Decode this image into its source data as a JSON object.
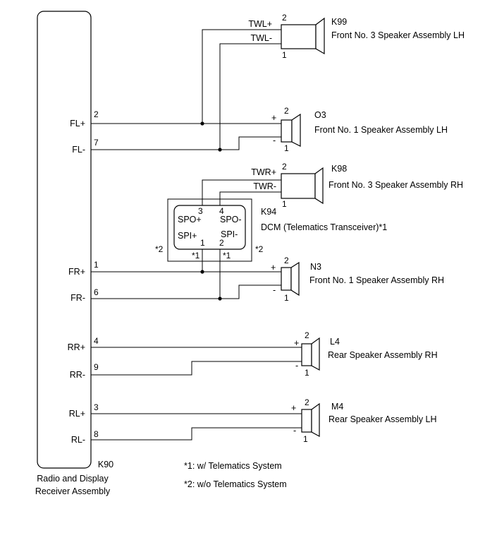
{
  "main_unit": {
    "code": "K90",
    "name_line1": "Radio and Display",
    "name_line2": "Receiver Assembly",
    "terminals": [
      {
        "label": "FL+",
        "pin": "2"
      },
      {
        "label": "FL-",
        "pin": "7"
      },
      {
        "label": "FR+",
        "pin": "1"
      },
      {
        "label": "FR-",
        "pin": "6"
      },
      {
        "label": "RR+",
        "pin": "4"
      },
      {
        "label": "RR-",
        "pin": "9"
      },
      {
        "label": "RL+",
        "pin": "3"
      },
      {
        "label": "RL-",
        "pin": "8"
      }
    ]
  },
  "speakers": {
    "k99": {
      "code": "K99",
      "name": "Front No. 3 Speaker Assembly LH",
      "pos_label": "TWL+",
      "neg_label": "TWL-",
      "pos_pin": "2",
      "neg_pin": "1"
    },
    "o3": {
      "code": "O3",
      "name": "Front No. 1 Speaker Assembly LH",
      "pos_sign": "+",
      "neg_sign": "-",
      "pos_pin": "2",
      "neg_pin": "1"
    },
    "k98": {
      "code": "K98",
      "name": "Front No. 3 Speaker Assembly RH",
      "pos_label": "TWR+",
      "neg_label": "TWR-",
      "pos_pin": "2",
      "neg_pin": "1"
    },
    "n3": {
      "code": "N3",
      "name": "Front No. 1 Speaker Assembly RH",
      "pos_sign": "+",
      "neg_sign": "-",
      "pos_pin": "2",
      "neg_pin": "1"
    },
    "l4": {
      "code": "L4",
      "name": "Rear Speaker Assembly RH",
      "pos_sign": "+",
      "neg_sign": "-",
      "pos_pin": "2",
      "neg_pin": "1"
    },
    "m4": {
      "code": "M4",
      "name": "Rear Speaker Assembly LH",
      "pos_sign": "+",
      "neg_sign": "-",
      "pos_pin": "2",
      "neg_pin": "1"
    }
  },
  "dcm": {
    "code": "K94",
    "name": "DCM (Telematics Transceiver)*1",
    "spo_pos": "SPO+",
    "spo_neg": "SPO-",
    "spi_pos": "SPI+",
    "spi_neg": "SPI-",
    "pin_spo_pos": "3",
    "pin_spo_neg": "4",
    "pin_spi_pos": "1",
    "pin_spi_neg": "2",
    "mark1": "*1",
    "mark2": "*2"
  },
  "notes": {
    "note1": "*1: w/ Telematics System",
    "note2": "*2: w/o Telematics System"
  }
}
